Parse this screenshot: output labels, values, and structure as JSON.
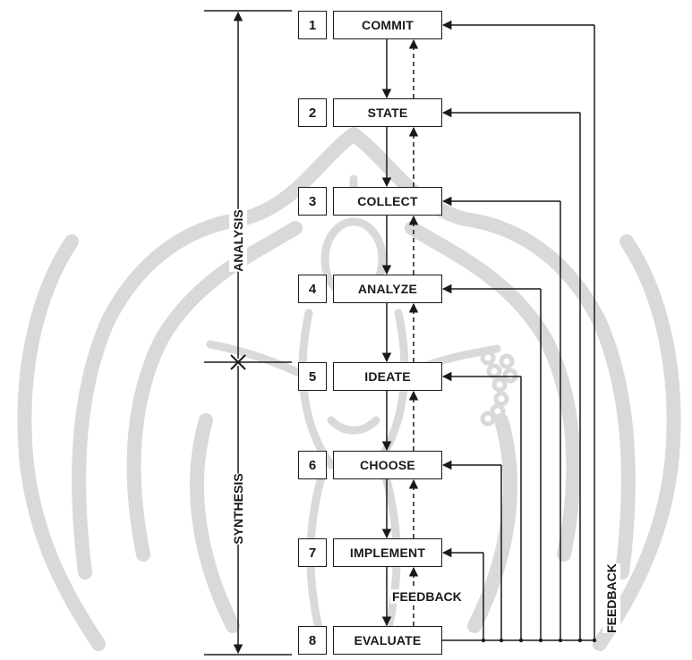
{
  "steps": [
    {
      "number": "1",
      "label": "COMMIT"
    },
    {
      "number": "2",
      "label": "STATE"
    },
    {
      "number": "3",
      "label": "COLLECT"
    },
    {
      "number": "4",
      "label": "ANALYZE"
    },
    {
      "number": "5",
      "label": "IDEATE"
    },
    {
      "number": "6",
      "label": "CHOOSE"
    },
    {
      "number": "7",
      "label": "IMPLEMENT"
    },
    {
      "number": "8",
      "label": "EVALUATE"
    }
  ],
  "labels": {
    "analysis": "ANALYSIS",
    "synthesis": "SYNTHESIS",
    "feedback_inner": "FEEDBACK",
    "feedback_outer": "FEEDBACK"
  },
  "colors": {
    "line": "#1a1a1a",
    "watermark": "#d9d9d9"
  },
  "icons": {
    "divider_marker": "x-mark-icon",
    "watermark": "university-logo-watermark"
  }
}
